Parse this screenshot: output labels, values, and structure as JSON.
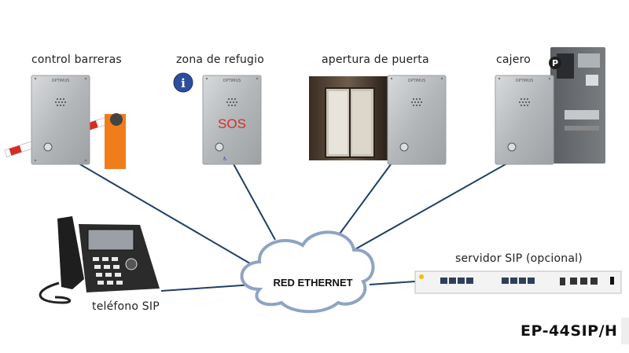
{
  "labels": {
    "control_barreras": "control barreras",
    "zona_refugio": "zona de refugio",
    "apertura_puerta": "apertura de puerta",
    "cajero": "cajero",
    "telefono_sip": "teléfono SIP",
    "servidor_sip": "servidor SIP (opcional)",
    "red": "RED ETHERNET",
    "sos": "SOS",
    "brand": "OPTIMUS",
    "model": "EP-44SIP/H",
    "parking_p": "P"
  },
  "colors": {
    "link_line": "#1f3f66",
    "cloud_stroke": "#8fa3c4",
    "panel_steel": "#b9bcbf",
    "barrier_orange": "#f07d1a",
    "sos_red": "#d62d22",
    "info_blue": "#2d4da0"
  },
  "icons": {
    "info": "info-icon",
    "speaker": "speaker-grille-icon",
    "button": "call-button-icon"
  }
}
